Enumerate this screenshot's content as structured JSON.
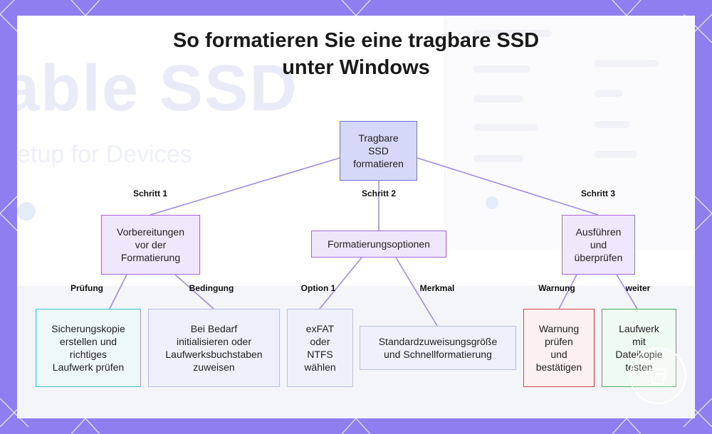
{
  "title": "So formatieren Sie eine tragbare SSD\nunter Windows",
  "root": {
    "label": "Tragbare\nSSD\nformatieren"
  },
  "steps": [
    {
      "edge_label": "Schritt 1",
      "label": "Vorbereitungen\nvor der\nFormatierung"
    },
    {
      "edge_label": "Schritt 2",
      "label": "Formatierungsoptionen"
    },
    {
      "edge_label": "Schritt 3",
      "label": "Ausführen\nund\nüberprüfen"
    }
  ],
  "leaves": [
    {
      "edge_label": "Prüfung",
      "label": "Sicherungskopie\nerstellen und\nrichtiges\nLaufwerk prüfen"
    },
    {
      "edge_label": "Bedingung",
      "label": "Bei Bedarf\ninitialisieren oder\nLaufwerksbuchstaben\nzuweisen"
    },
    {
      "edge_label": "Option 1",
      "label": "exFAT\noder\nNTFS\nwählen"
    },
    {
      "edge_label": "Merkmal",
      "label": "Standardzuweisungsgröße\nund Schnellformatierung"
    },
    {
      "edge_label": "Warnung",
      "label": "Warnung\nprüfen\nund\nbestätigen"
    },
    {
      "edge_label": "weiter",
      "label": "Laufwerk\nmit\nDateikopie\ntesten"
    }
  ],
  "colors": {
    "frame": "#8f7ef0",
    "edge": "#a38be0",
    "root_fill": "#d5d8f7",
    "step_fill": "#efe7fb",
    "check_border": "#45c2cc",
    "warning_border": "#d6424a",
    "test_border": "#46aa58"
  }
}
